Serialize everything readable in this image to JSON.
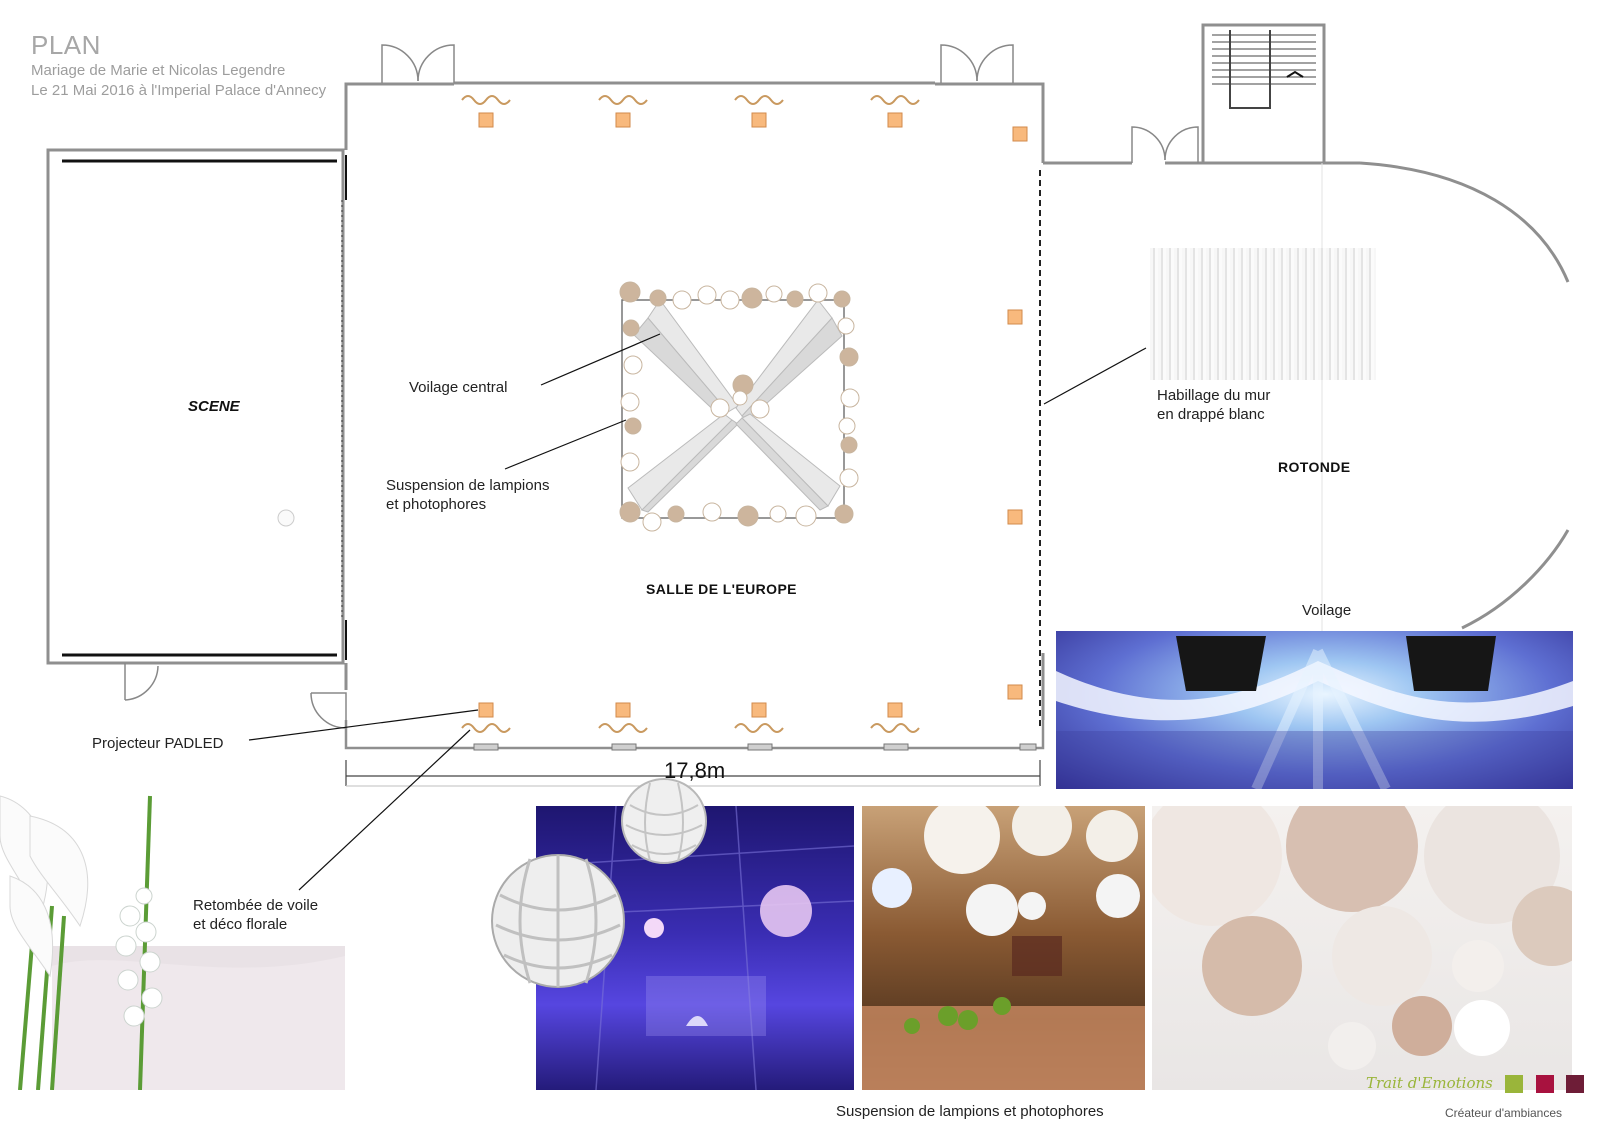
{
  "header": {
    "title": "PLAN",
    "line1": "Mariage de Marie et Nicolas Legendre",
    "line2": "Le 21 Mai 2016 à l'Imperial Palace d'Annecy"
  },
  "rooms": {
    "scene": "SCENE",
    "europe": "SALLE DE L'EUROPE",
    "rotonde": "ROTONDE"
  },
  "dimension": "17,8m",
  "labels": {
    "voilage_central": "Voilage central",
    "suspension_1": "Suspension de lampions",
    "suspension_2": "et photophores",
    "habillage_1": "Habillage du mur",
    "habillage_2": "en drappé blanc",
    "voilage": "Voilage",
    "projecteur": "Projecteur PADLED",
    "retombee_1": "Retombée de voile",
    "retombee_2": "et déco florale",
    "caption_bottom": "Suspension de lampions et photophores"
  },
  "logo": {
    "name": "Trait d'Emotions",
    "tagline": "Créateur d'ambiances",
    "colors": [
      "#9ab53a",
      "#a8123f",
      "#6e1d37"
    ]
  },
  "colors": {
    "wall": "#8f8f8f",
    "projector": "#f8b97d",
    "lantern_beige": "#cdb59d",
    "accent_green": "#9ab53a"
  }
}
